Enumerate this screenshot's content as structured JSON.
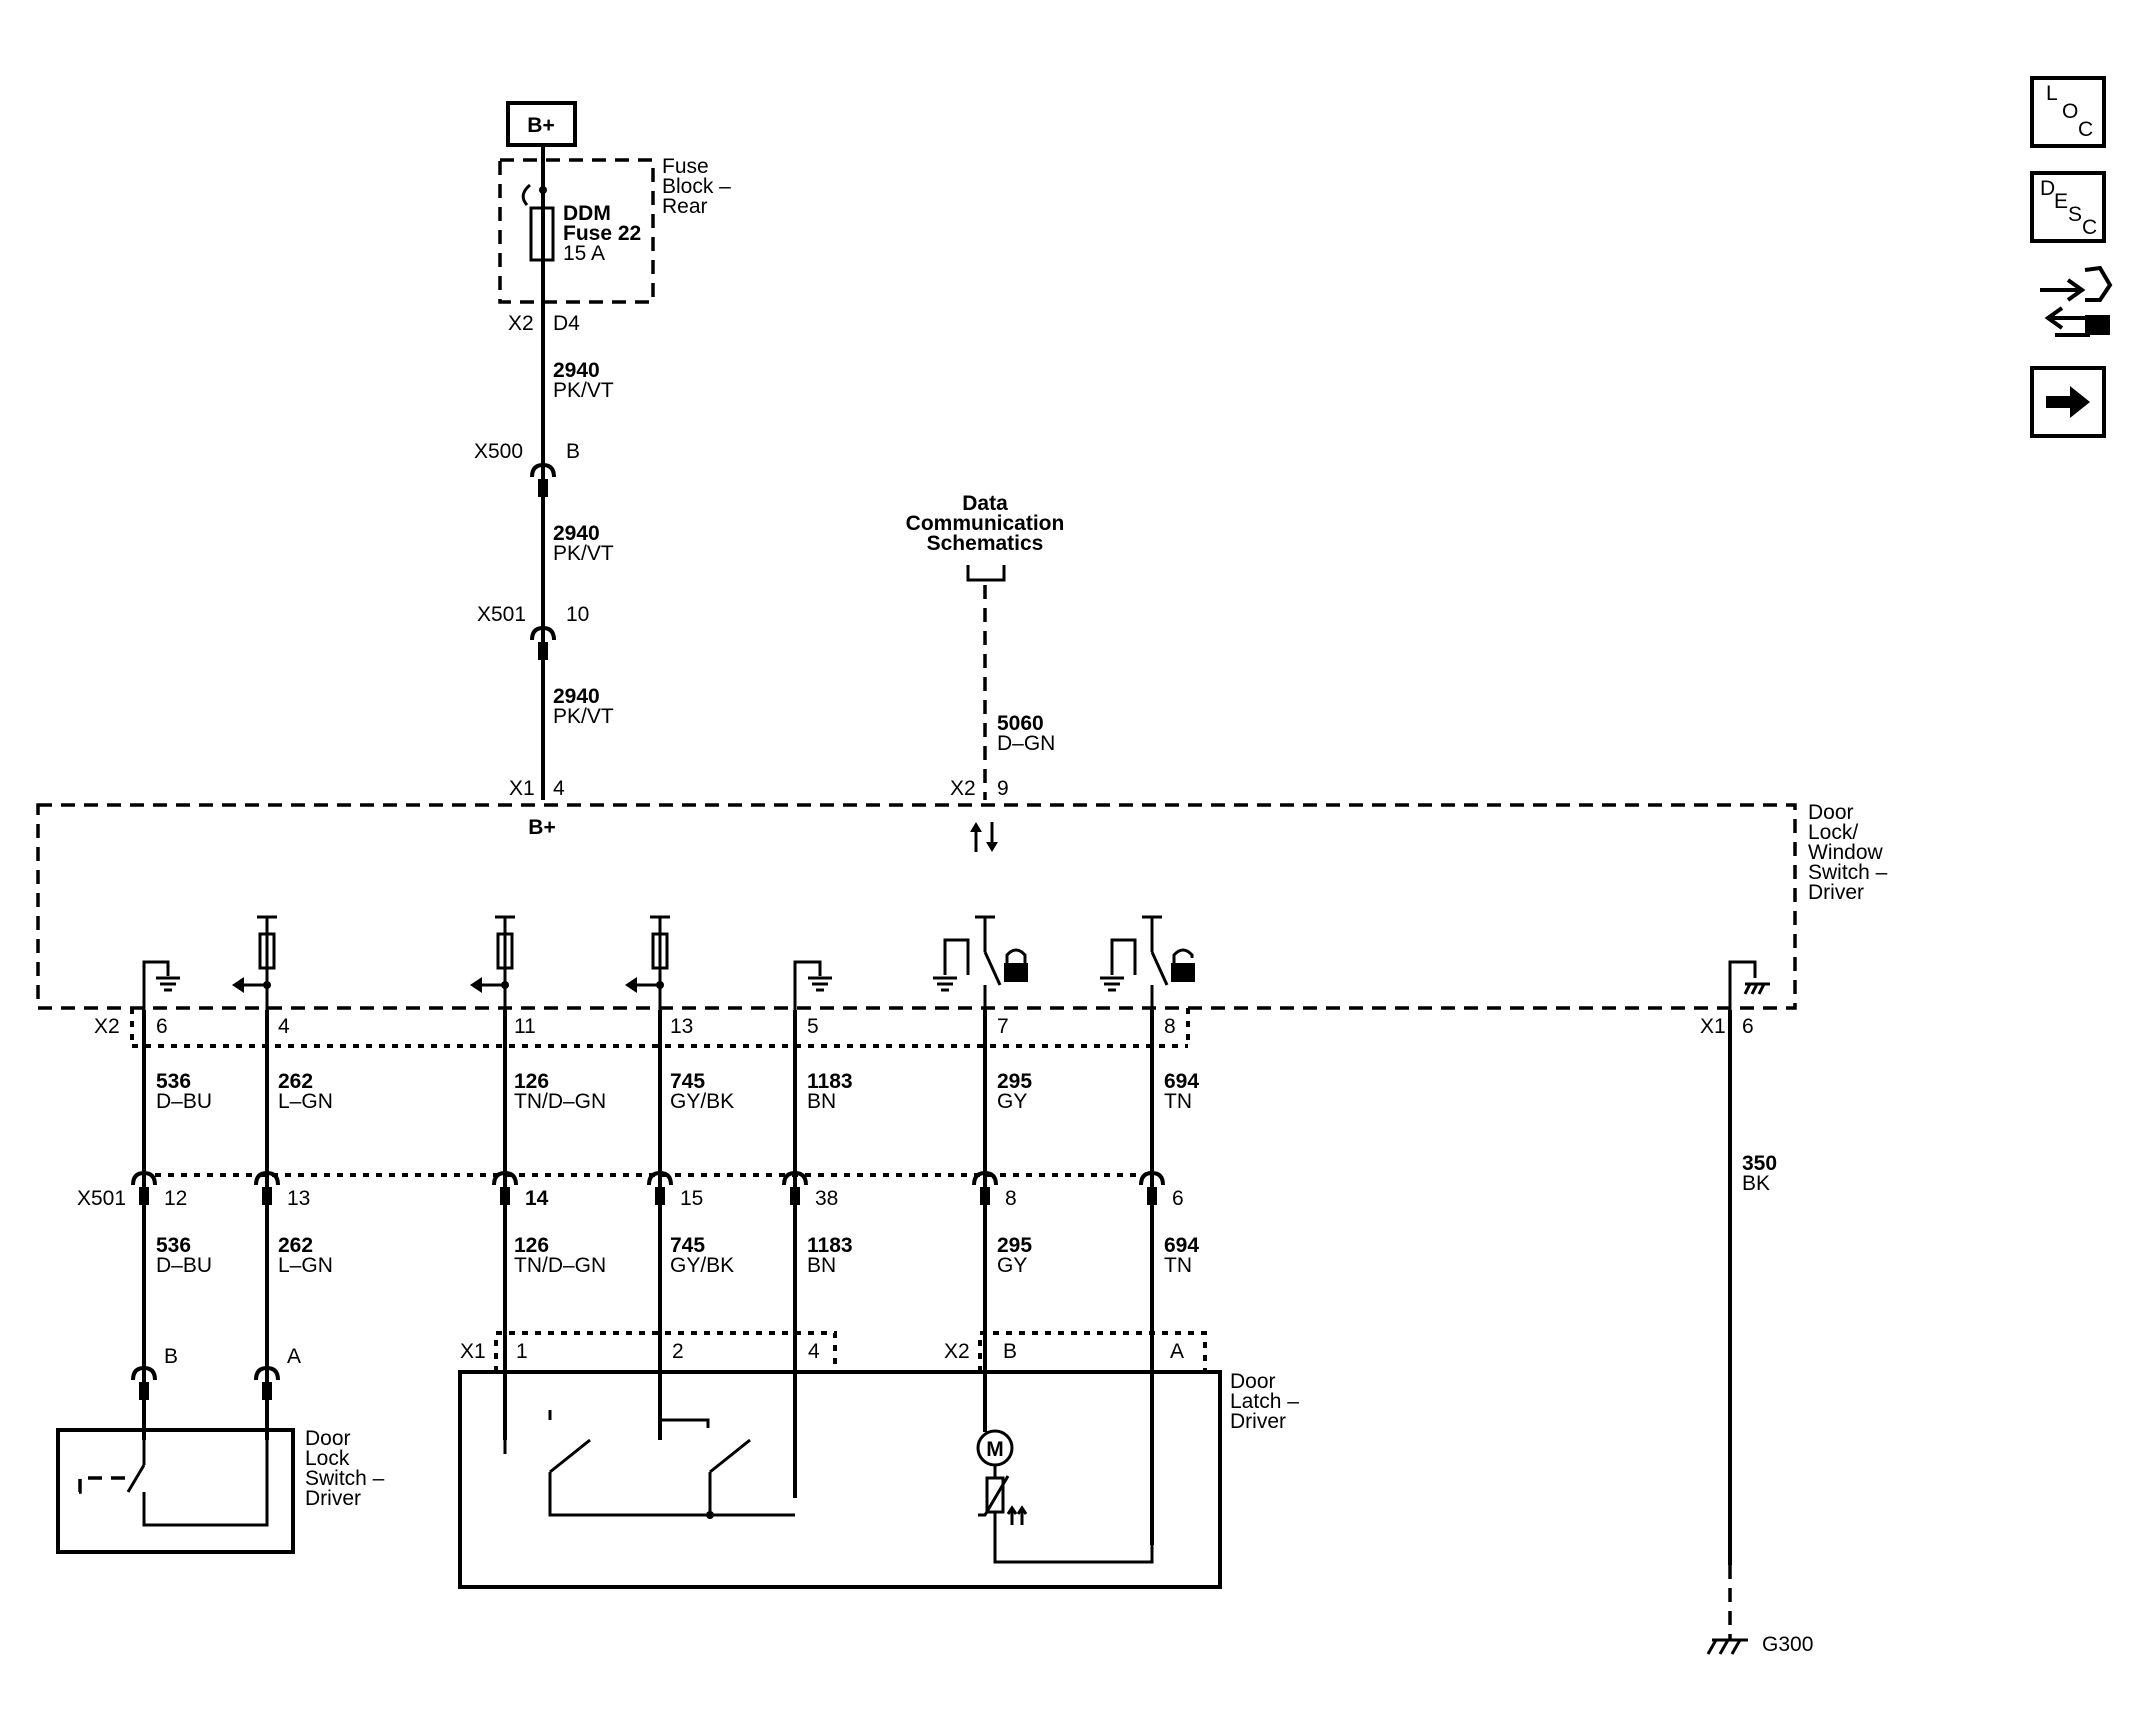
{
  "power": {
    "label": "B+"
  },
  "fuse_block": {
    "name": [
      "Fuse",
      "Block –",
      "Rear"
    ],
    "fuse": [
      "DDM",
      "Fuse 22",
      "15 A"
    ],
    "conn": "X2",
    "pin": "D4"
  },
  "feed_wires": [
    {
      "num": "2940",
      "color": "PK/VT"
    },
    {
      "num": "2940",
      "color": "PK/VT"
    },
    {
      "num": "2940",
      "color": "PK/VT"
    }
  ],
  "inline_connectors": {
    "x500": {
      "name": "X500",
      "pin": "B"
    },
    "x501_upper": {
      "name": "X501",
      "pin": "10"
    },
    "x501_lower": "X501"
  },
  "data_comm": {
    "title": [
      "Data",
      "Communication",
      "Schematics"
    ],
    "wire_num": "5060",
    "wire_color": "D–GN",
    "conn": "X2",
    "pin": "9"
  },
  "module": {
    "name": [
      "Door",
      "Lock/",
      "Window",
      "Switch –",
      "Driver"
    ],
    "b_plus_conn": "X1",
    "b_plus_pin": "4",
    "b_plus_label": "B+",
    "x2": "X2",
    "x1": "X1",
    "pins": [
      "6",
      "4",
      "11",
      "13",
      "5",
      "7",
      "8"
    ],
    "ground_pin": "6"
  },
  "wires": [
    {
      "num": "536",
      "color": "D–BU",
      "x501_pin": "12"
    },
    {
      "num": "262",
      "color": "L–GN",
      "x501_pin": "13"
    },
    {
      "num": "126",
      "color": "TN/D–GN",
      "x501_pin": "14"
    },
    {
      "num": "745",
      "color": "GY/BK",
      "x501_pin": "15"
    },
    {
      "num": "1183",
      "color": "BN",
      "x501_pin": "38"
    },
    {
      "num": "295",
      "color": "GY",
      "x501_pin": "8"
    },
    {
      "num": "694",
      "color": "TN",
      "x501_pin": "6"
    }
  ],
  "ground_wire": {
    "num": "350",
    "color": "BK",
    "ground": "G300"
  },
  "lock_switch": {
    "name": [
      "Door",
      "Lock",
      "Switch –",
      "Driver"
    ],
    "pin_b": "B",
    "pin_a": "A"
  },
  "latch": {
    "name": [
      "Door",
      "Latch –",
      "Driver"
    ],
    "x1": "X1",
    "x2": "X2",
    "x1_pins": [
      "1",
      "2",
      "4"
    ],
    "x2_pins": [
      "B",
      "A"
    ],
    "motor": "M"
  },
  "side_icons": [
    {
      "name": "loc-icon",
      "letters": [
        "L",
        "O",
        "C"
      ]
    },
    {
      "name": "desc-icon",
      "letters": [
        "D",
        "E",
        "S",
        "C"
      ]
    },
    {
      "name": "connector-info-icon"
    },
    {
      "name": "next-arrow-icon"
    }
  ]
}
